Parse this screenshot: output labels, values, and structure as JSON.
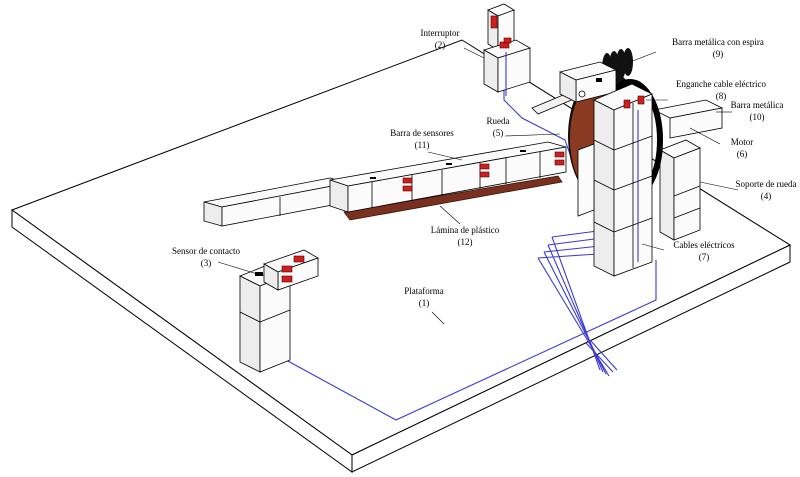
{
  "labels": {
    "interruptor": {
      "name": "Interruptor",
      "num": "(2)"
    },
    "barra_espira": {
      "name": "Barra metálica con espira",
      "num": "(9)"
    },
    "enganche": {
      "name": "Enganche cable eléctrico",
      "num": "(8)"
    },
    "barra_metalica": {
      "name": "Barra metálica",
      "num": "(10)"
    },
    "rueda": {
      "name": "Rueda",
      "num": "(5)"
    },
    "motor": {
      "name": "Motor",
      "num": "(6)"
    },
    "barra_sensores": {
      "name": "Barra de sensores",
      "num": "(11)"
    },
    "soporte": {
      "name": "Soporte de rueda",
      "num": "(4)"
    },
    "lamina": {
      "name": "Lámina de plástico",
      "num": "(12)"
    },
    "cables": {
      "name": "Cables eléctricos",
      "num": "(7)"
    },
    "sensor_contacto": {
      "name": "Sensor de contacto",
      "num": "(3)"
    },
    "plataforma": {
      "name": "Plataforma",
      "num": "(1)"
    }
  },
  "colors": {
    "wire": "#3a3ad0",
    "red_part": "#cc1f1f",
    "wheel": "#8b3a22",
    "lamina": "#7a3020"
  }
}
